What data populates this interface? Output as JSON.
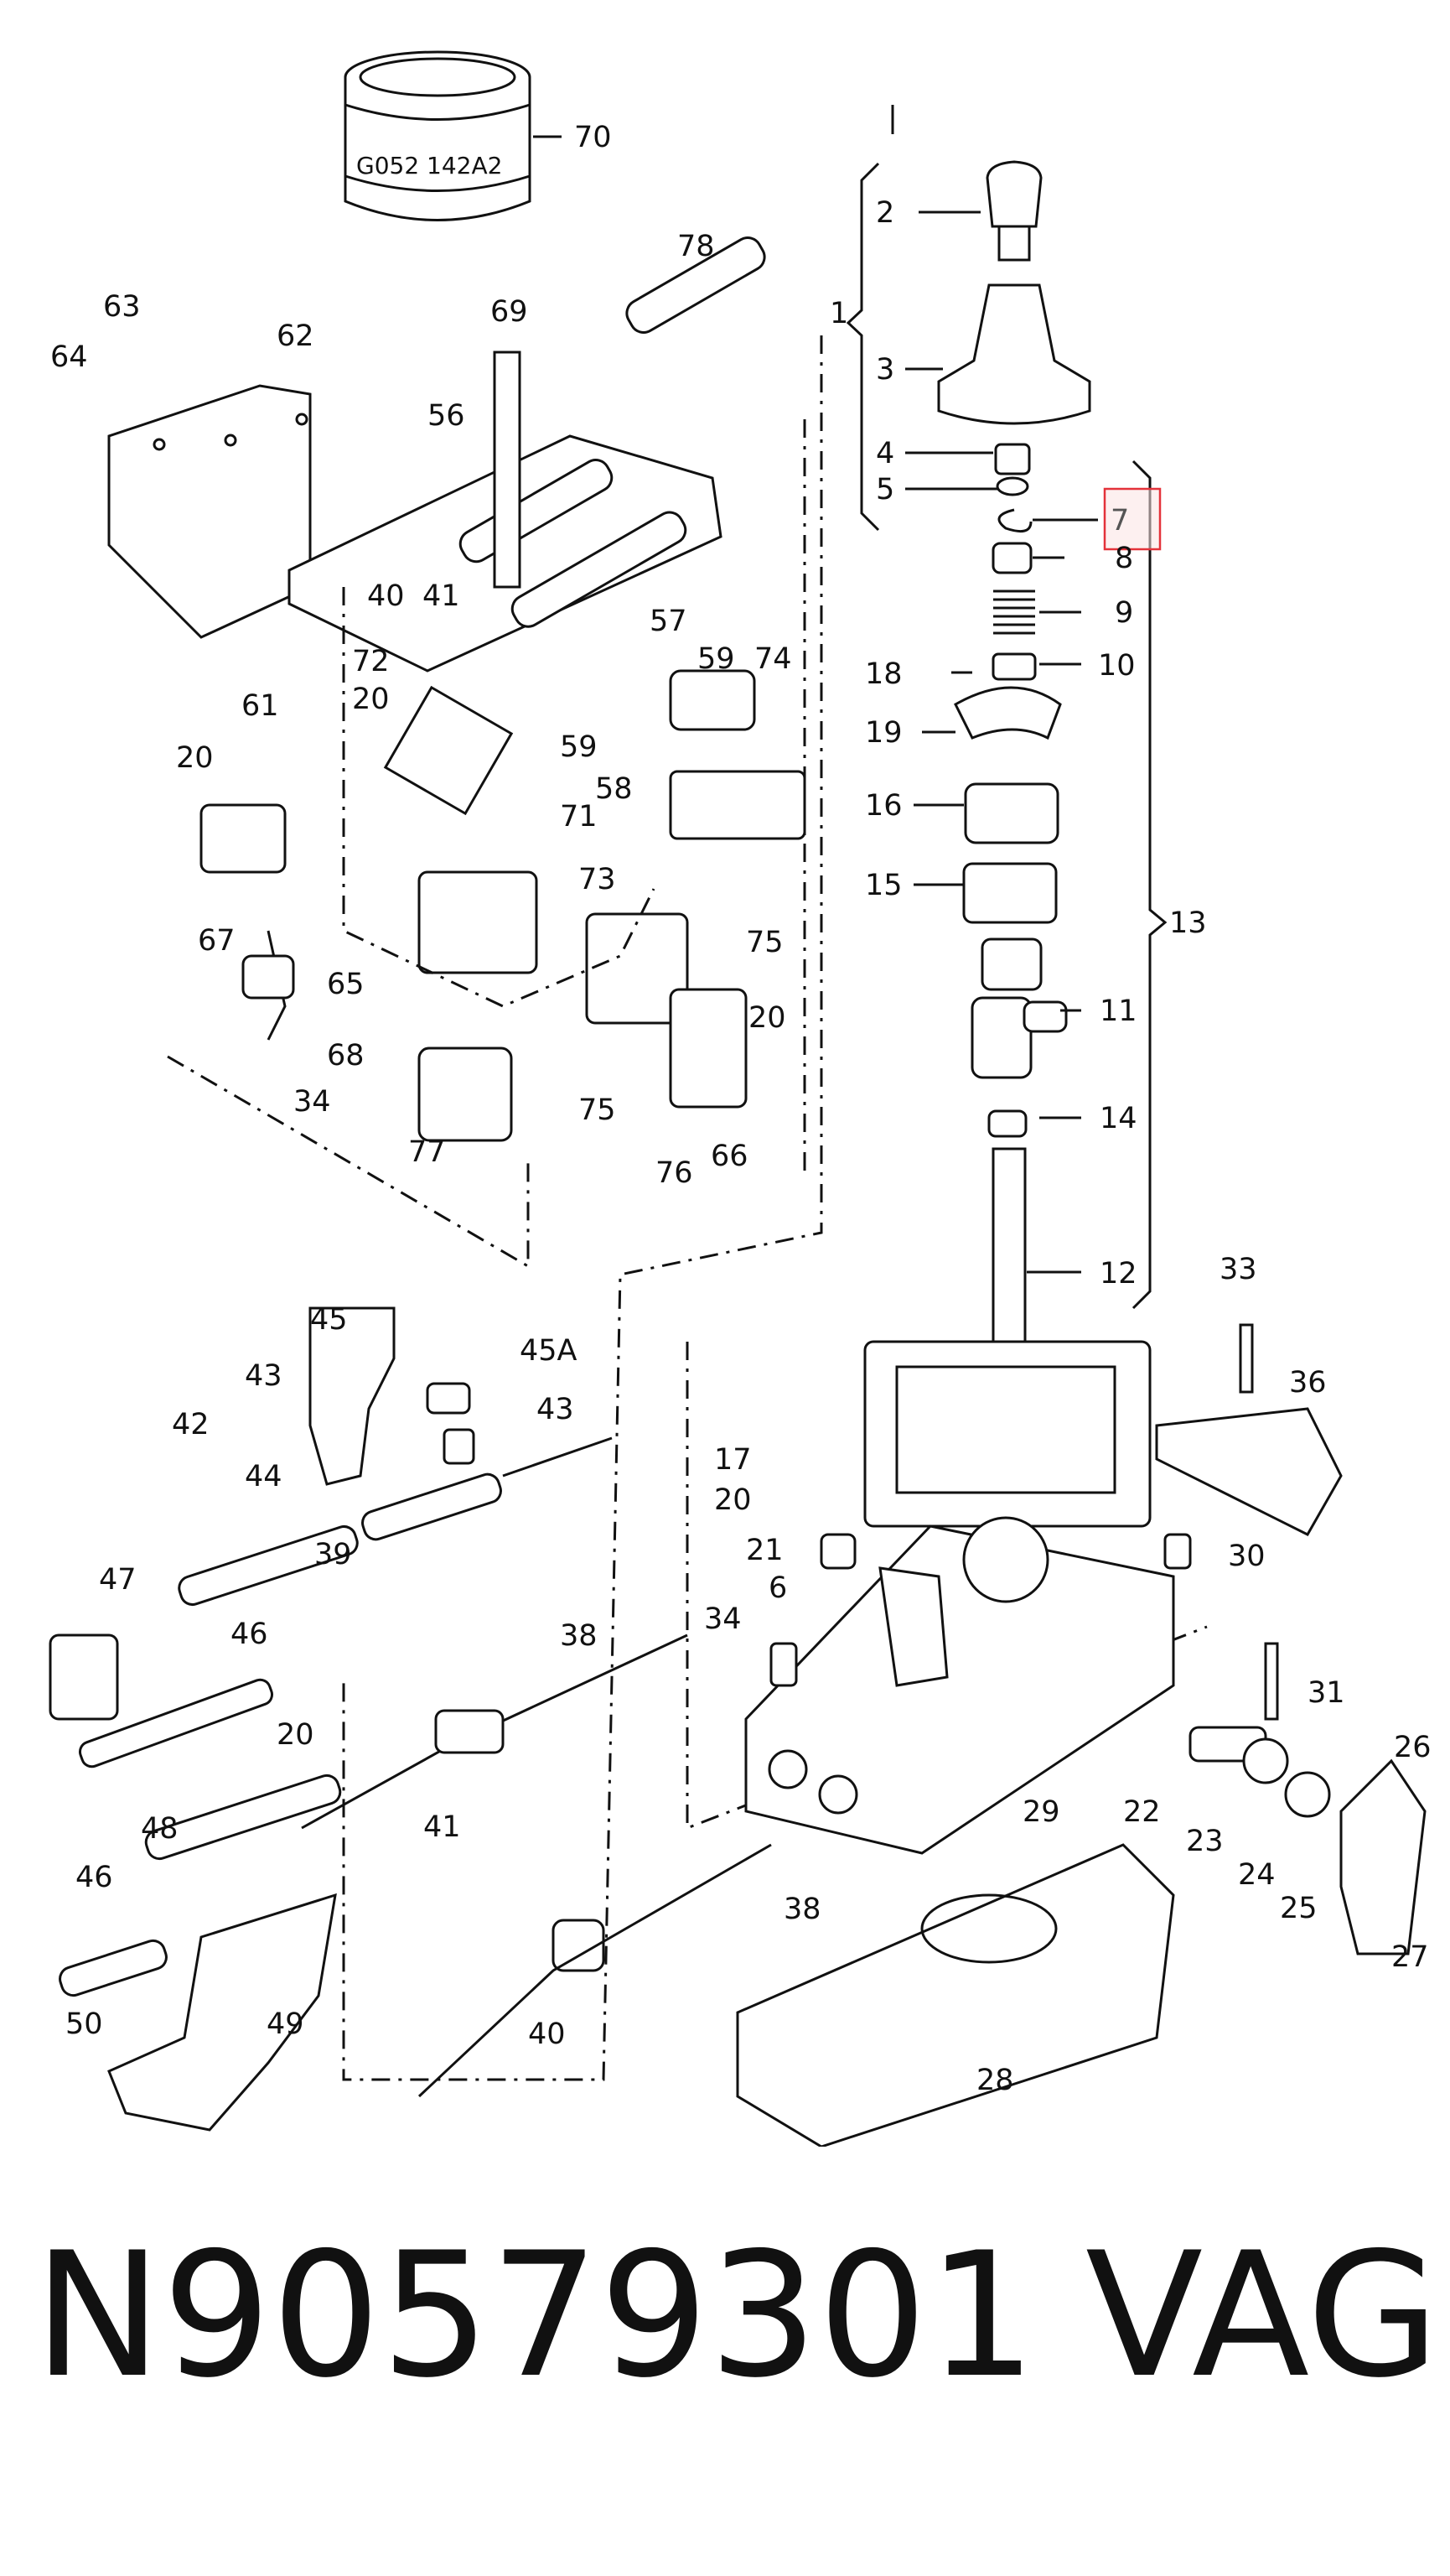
{
  "diagram": {
    "labels": [
      "70",
      "78",
      "63",
      "62",
      "64",
      "69",
      "56",
      "40",
      "41",
      "72",
      "57",
      "59",
      "74",
      "61",
      "20",
      "71",
      "58",
      "59",
      "20",
      "73",
      "75",
      "67",
      "65",
      "68",
      "34",
      "77",
      "75",
      "76",
      "66",
      "20",
      "2",
      "1",
      "3",
      "4",
      "5",
      "7",
      "8",
      "9",
      "18",
      "10",
      "19",
      "16",
      "15",
      "13",
      "11",
      "14",
      "12",
      "33",
      "36",
      "45",
      "45A",
      "43",
      "42",
      "44",
      "43",
      "17",
      "39",
      "20",
      "21",
      "6",
      "30",
      "47",
      "46",
      "38",
      "34",
      "31",
      "26",
      "48",
      "20",
      "41",
      "29",
      "22",
      "23",
      "24",
      "25",
      "27",
      "46",
      "38",
      "50",
      "49",
      "40",
      "28"
    ],
    "stamp_text": "G052 142A2",
    "highlight_label": "7",
    "highlight_color": "#e4323a"
  },
  "footer": {
    "part_number": "N90579301",
    "brand": "VAG"
  }
}
